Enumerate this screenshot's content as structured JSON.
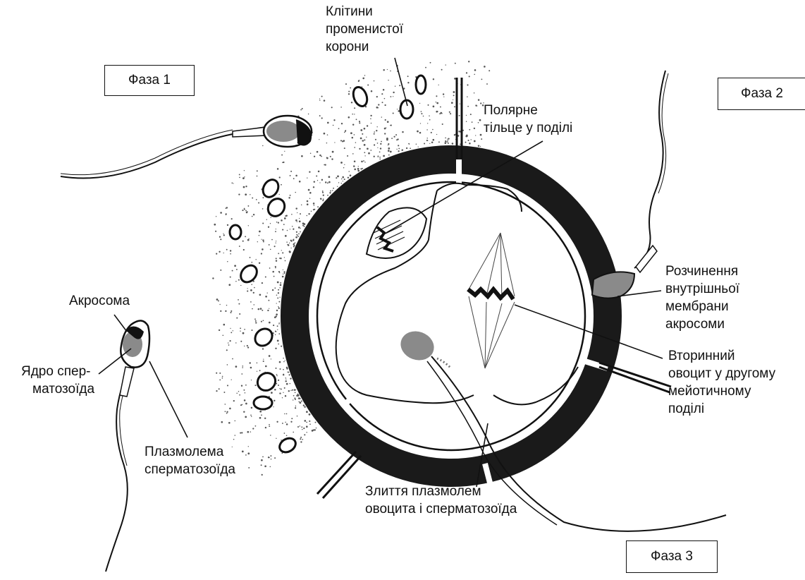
{
  "phases": {
    "phase1": "Фаза 1",
    "phase2": "Фаза 2",
    "phase3": "Фаза 3"
  },
  "labels": {
    "corona_cells": [
      "Клітини",
      "променистої",
      "корони"
    ],
    "polar_body": [
      "Полярне",
      "тільце у поділі"
    ],
    "acrosome": [
      "Акросома"
    ],
    "sperm_nucleus": [
      "Ядро спер-",
      "матозоїда"
    ],
    "sperm_plasmalemma": [
      "Плазмолема",
      "сперматозоїда"
    ],
    "acrosome_membrane": [
      "Розчинення",
      "внутрішньої",
      "мембрани",
      "акросоми"
    ],
    "secondary_oocyte": [
      "Вторинний",
      "овоцит у другому",
      "мейотичному",
      "поділі"
    ],
    "membrane_fusion": [
      "Злиття плазмолем",
      "овоцита і сперматозоїда"
    ]
  },
  "colors": {
    "ink": "#111111",
    "zona": "#1a1a1a",
    "nucleus": "#8a8a8a",
    "paper": "#ffffff"
  }
}
